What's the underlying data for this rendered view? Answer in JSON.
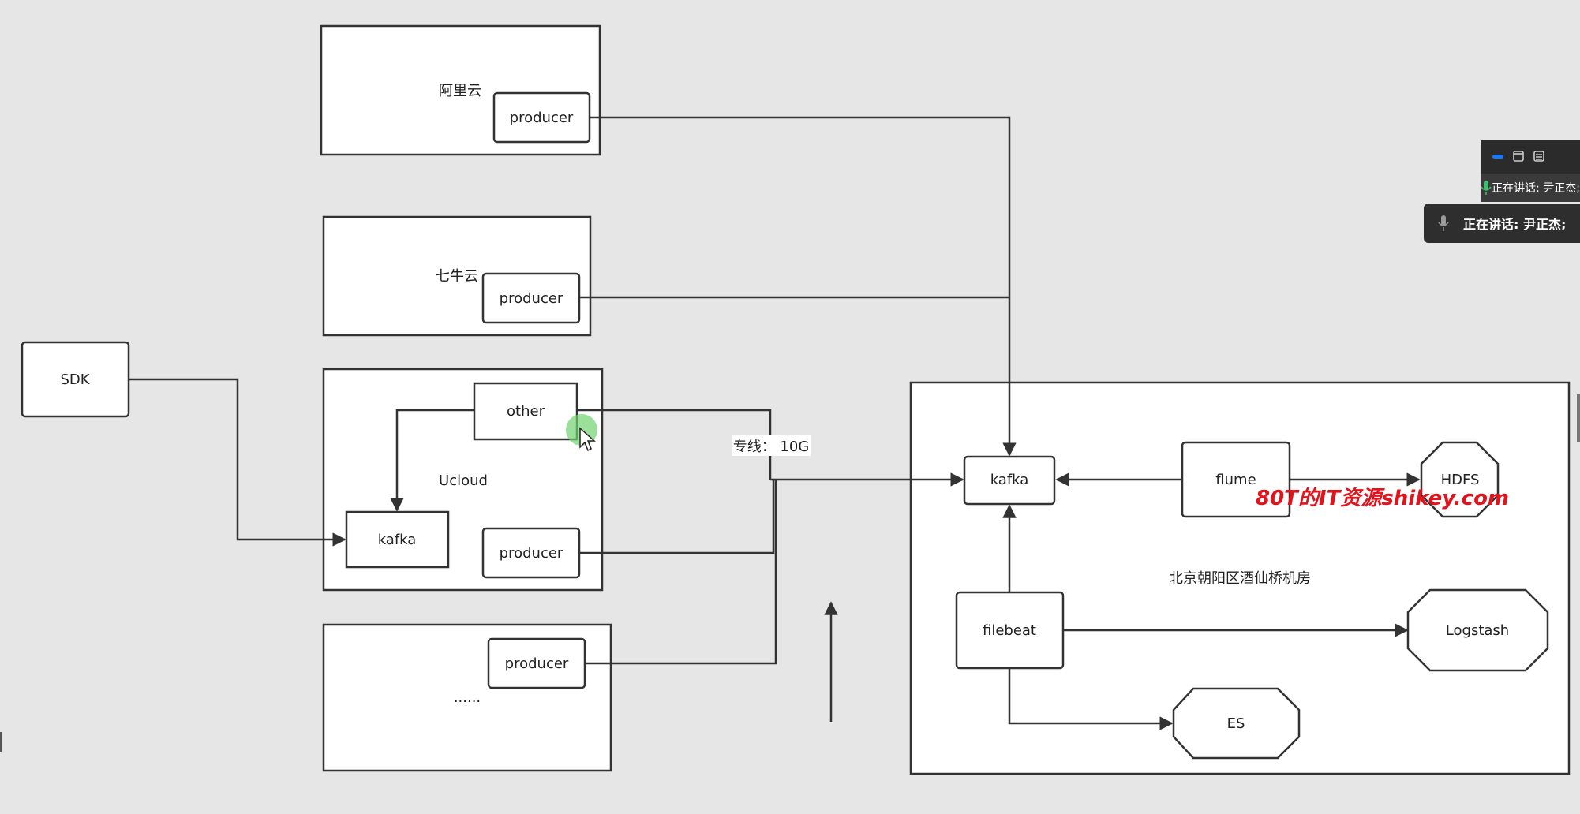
{
  "diagram": {
    "boxes": {
      "aliyun": "阿里云",
      "qiniu": "七牛云",
      "ucloud": "Ucloud",
      "other_dc": "......",
      "beijing": "北京朝阳区酒仙桥机房"
    },
    "nodes": {
      "sdk": "SDK",
      "aliyun_producer": "producer",
      "qiniu_producer": "producer",
      "ucloud_other": "other",
      "ucloud_kafka": "kafka",
      "ucloud_producer": "producer",
      "other_producer": "producer",
      "bj_kafka": "kafka",
      "flume": "flume",
      "hdfs": "HDFS",
      "filebeat": "filebeat",
      "logstash": "Logstash",
      "es": "ES"
    },
    "line_label": "专线： 10G",
    "watermark": "80T的IT资源shikey.com"
  },
  "overlay": {
    "mini_text": "正在讲话: 尹正杰;",
    "toast_text": "正在讲话: 尹正杰;",
    "accent": "#1677ff",
    "mic_color": "#3fbf6f"
  }
}
